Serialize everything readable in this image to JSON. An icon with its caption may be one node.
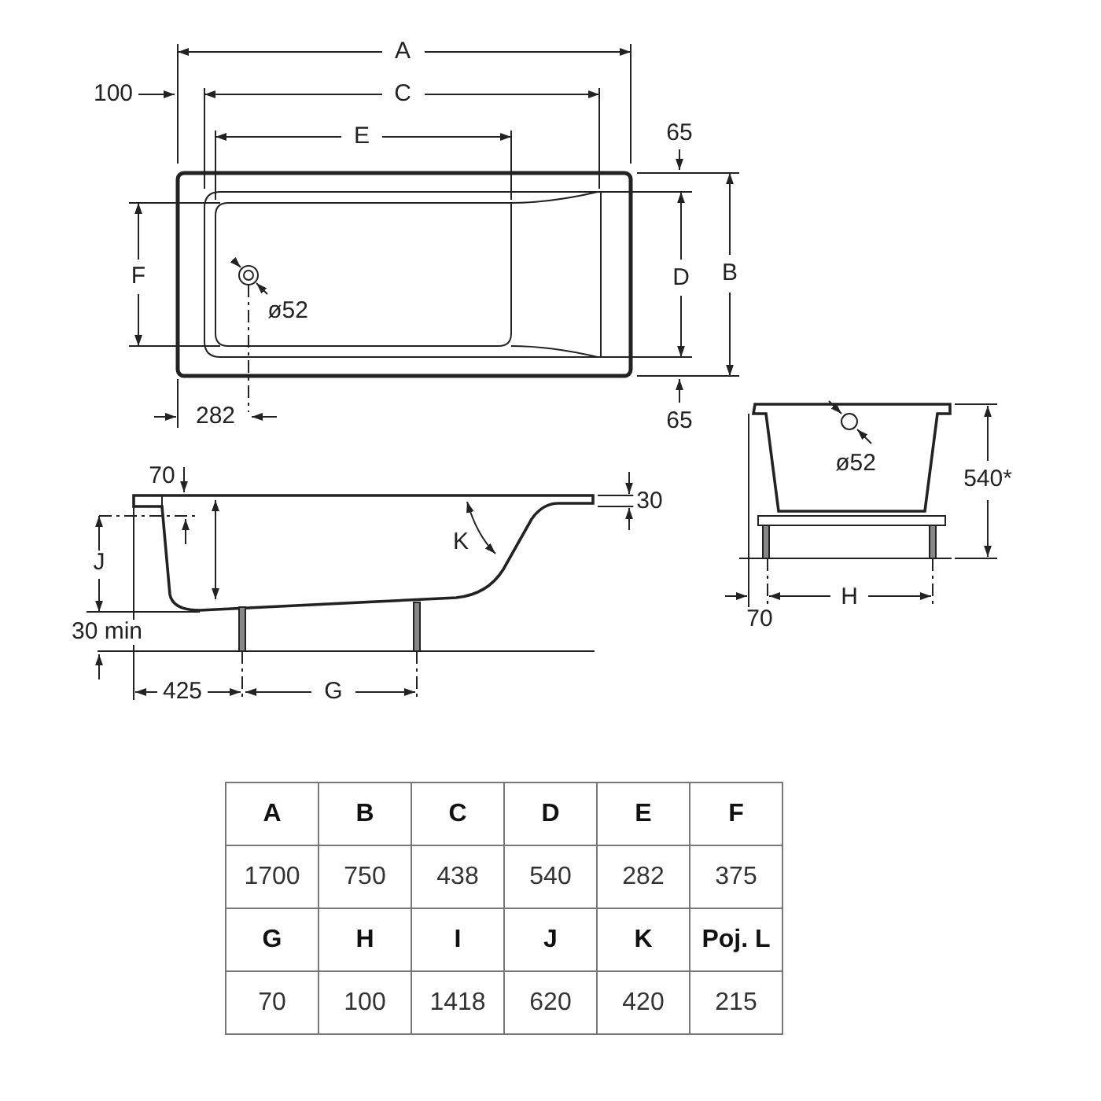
{
  "diagram": {
    "labels": [
      "A",
      "100",
      "C",
      "E",
      "65",
      "F",
      "D",
      "B",
      "ø52",
      "282",
      "65",
      "ø52",
      "70",
      "30",
      "540*",
      "K",
      "J",
      "30 min",
      "70",
      "425",
      "G",
      "H",
      "A",
      "B",
      "C",
      "D",
      "E",
      "F",
      "1700",
      "750",
      "438",
      "540",
      "282",
      "375",
      "G",
      "H",
      "I",
      "J",
      "K",
      "Poj. L",
      "70",
      "100",
      "1418",
      "620",
      "420",
      "215"
    ]
  }
}
